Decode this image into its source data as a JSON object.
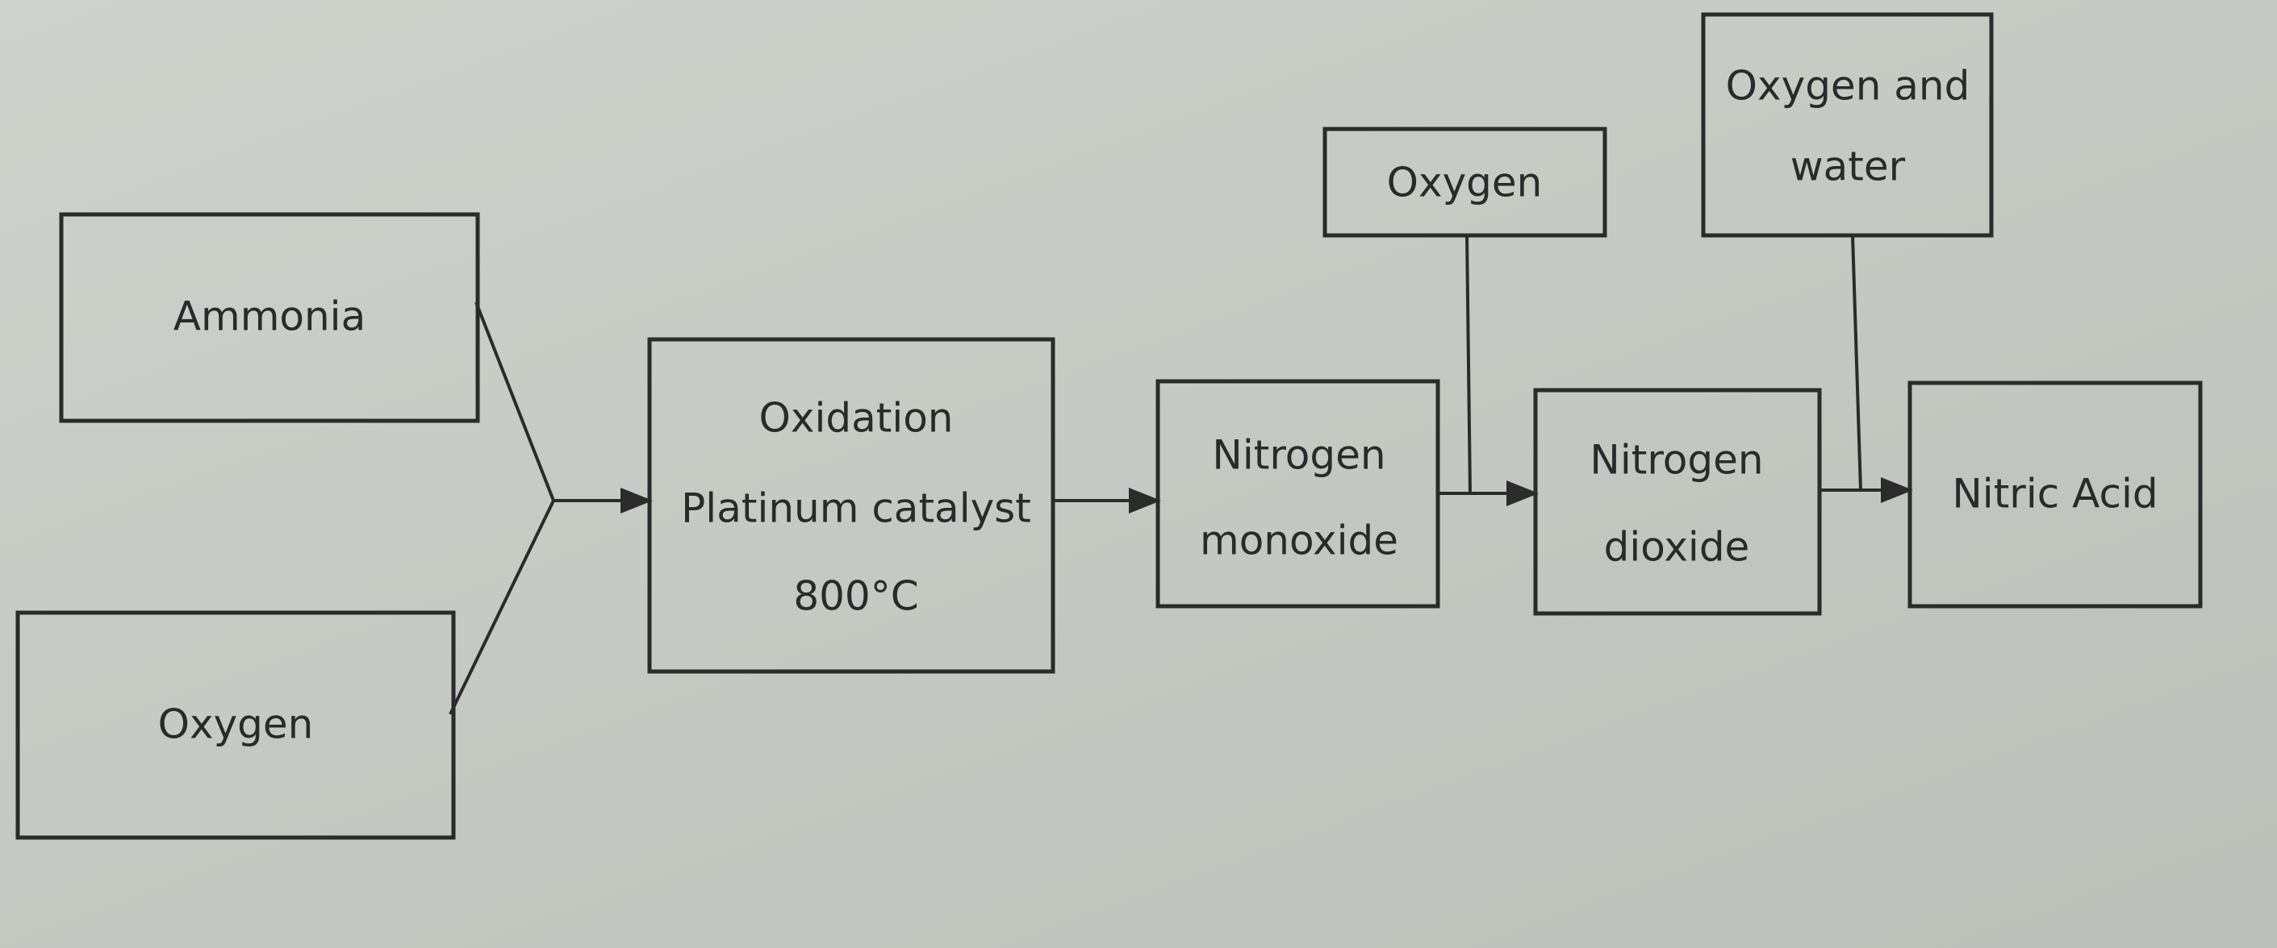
{
  "nodes": {
    "ammonia": "Ammonia",
    "oxygen_input": "Oxygen",
    "oxidation": {
      "line1": "Oxidation",
      "line2": "Platinum catalyst",
      "line3": "800°C"
    },
    "nitrogen_monoxide": {
      "line1": "Nitrogen",
      "line2": "monoxide"
    },
    "oxygen_top": "Oxygen",
    "nitrogen_dioxide": {
      "line1": "Nitrogen",
      "line2": "dioxide"
    },
    "oxygen_water": {
      "line1": "Oxygen and",
      "line2": "water"
    },
    "nitric_acid": "Nitric Acid"
  },
  "colors": {
    "background": "#c9cbc6",
    "ink": "#2b2b2b"
  }
}
